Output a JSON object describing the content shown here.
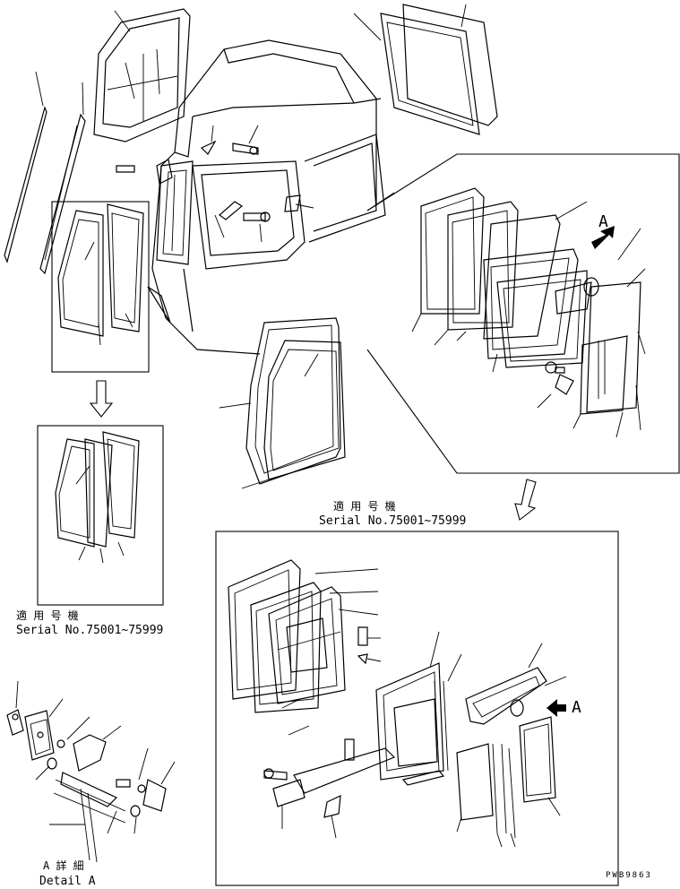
{
  "labels": {
    "applicable_serial_jp": "適 用 号 機",
    "serial_range_right": "Serial No.75001~75999",
    "serial_range_left": "Serial No.75001~75999",
    "detail_marker_a": "A",
    "detail_marker_a2": "A",
    "detail_jp": "A 詳 細",
    "detail_en": "Detail A",
    "drawing_code": "PWB9863"
  },
  "colors": {
    "ink": "#000000",
    "paper": "#ffffff"
  }
}
